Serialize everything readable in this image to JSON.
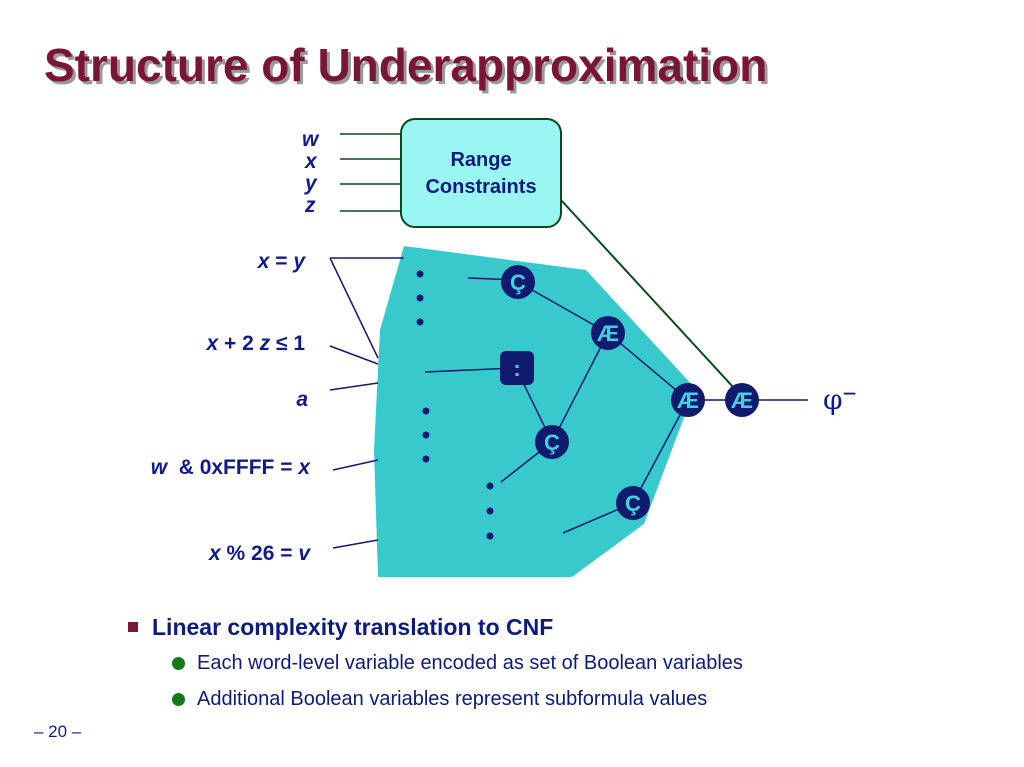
{
  "title": "Structure of Underapproximation",
  "diagram": {
    "inputs": [
      "w",
      "x",
      "y",
      "z"
    ],
    "range_box": [
      "Range",
      "Constraints"
    ],
    "constraints": [
      {
        "parts": [
          "x",
          " = ",
          "y"
        ]
      },
      {
        "parts": [
          "x",
          " + 2 ",
          "z",
          " ≤ 1"
        ]
      },
      {
        "parts": [
          "a"
        ]
      },
      {
        "parts": [
          "w",
          "  & 0xFFFF = ",
          "x"
        ]
      },
      {
        "parts": [
          "x",
          " % 26 = ",
          "v"
        ]
      }
    ],
    "gates": [
      "Ç",
      "Æ",
      ":",
      "Ç",
      "Ç",
      "Æ",
      "Æ"
    ],
    "output": "φ",
    "output_overbar": "–",
    "colors": {
      "region": "#38c9cd",
      "gate": "#101a6e",
      "box": "#9af6f3",
      "title": "#7a1535"
    }
  },
  "bullets": {
    "main": "Linear complexity translation to CNF",
    "sub": [
      "Each word-level variable encoded as set of Boolean variables",
      "Additional Boolean variables represent subformula values"
    ]
  },
  "page_number": "– 20 –"
}
